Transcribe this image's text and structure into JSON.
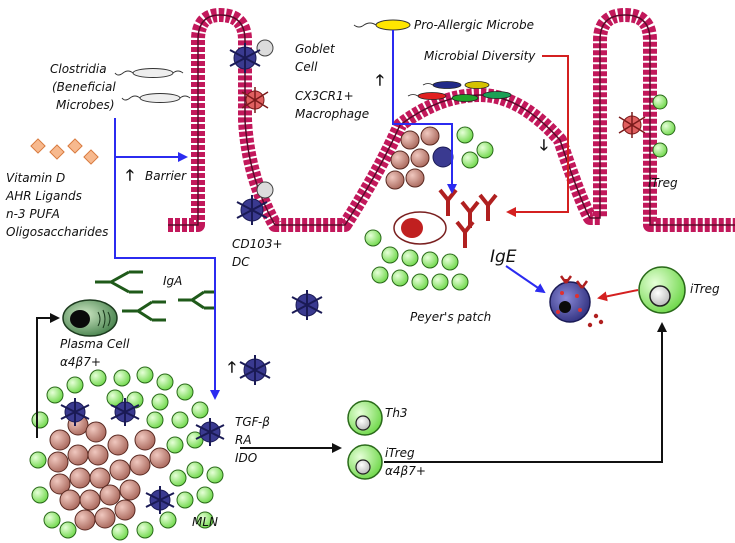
{
  "labels": {
    "clostridia": [
      "Clostridia",
      "(Beneficial",
      "Microbes)"
    ],
    "nutrients": [
      "Vitamin D",
      "AHR Ligands",
      "n-3 PUFA",
      "Oligosaccharides"
    ],
    "barrier": "Barrier",
    "goblet": [
      "Goblet",
      "Cell"
    ],
    "cx3cr1": [
      "CX3CR1+",
      "Macrophage"
    ],
    "cd103": [
      "CD103+",
      "DC"
    ],
    "pro_allergic": "Pro-Allergic Microbe",
    "microbial_diversity": "Microbial Diversity",
    "itreg_top": "iTreg",
    "iga": "IgA",
    "ige": "IgE",
    "plasma": [
      "Plasma Cell",
      "α4β7+"
    ],
    "peyers": "Peyer's patch",
    "itreg_right": "iTreg",
    "tgf": [
      "TGF-β",
      "RA",
      "IDO"
    ],
    "th3": "Th3",
    "itreg_mid": [
      "iTreg",
      "α4β7+"
    ],
    "mln": "MLN"
  },
  "arrow_marks": {
    "up": "🡑",
    "down": "🡓"
  },
  "colors": {
    "epithelium": "#c2185b",
    "blue_arrow": "#2b2bf0",
    "red_arrow": "#d42020",
    "green_cell": "#9ef27a",
    "pink_cell": "#c78c80",
    "dc": "#3a3a90"
  }
}
